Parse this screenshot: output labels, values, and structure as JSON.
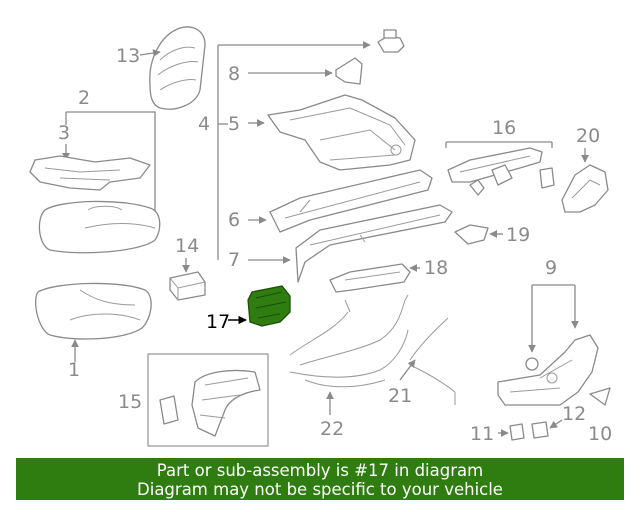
{
  "callouts": {
    "c1": "1",
    "c2": "2",
    "c3": "3",
    "c4": "4",
    "c5": "5",
    "c6": "6",
    "c7": "7",
    "c8": "8",
    "c9": "9",
    "c10": "10",
    "c11": "11",
    "c12": "12",
    "c13": "13",
    "c14": "14",
    "c15": "15",
    "c16": "16",
    "c17": "17",
    "c18": "18",
    "c19": "19",
    "c20": "20",
    "c21": "21",
    "c22": "22"
  },
  "highlight": {
    "part": "17",
    "color": "#2f7d10"
  },
  "banner": {
    "line1": "Part or sub-assembly is #17 in diagram",
    "line2": "Diagram may not be specific to your vehicle",
    "color": "#2f7d10"
  }
}
